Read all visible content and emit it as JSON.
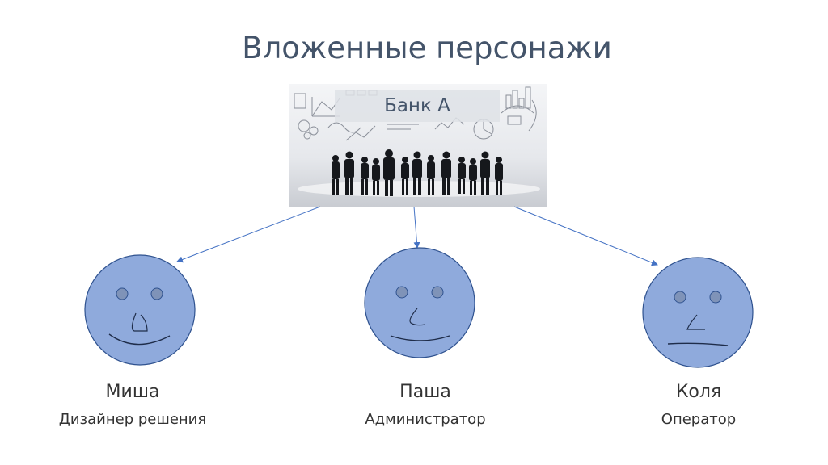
{
  "slide": {
    "title": "Вложенные персонажи"
  },
  "organization": {
    "label": "Банк А"
  },
  "personas": [
    {
      "name": "Миша",
      "role": "Дизайнер решения",
      "mood": "smile"
    },
    {
      "name": "Паша",
      "role": "Администратор",
      "mood": "smile"
    },
    {
      "name": "Коля",
      "role": "Оператор",
      "mood": "neutral"
    }
  ],
  "colors": {
    "title": "#44546a",
    "face_fill": "#8faadc",
    "face_stroke": "#2f528f",
    "arrow": "#4472c4"
  }
}
